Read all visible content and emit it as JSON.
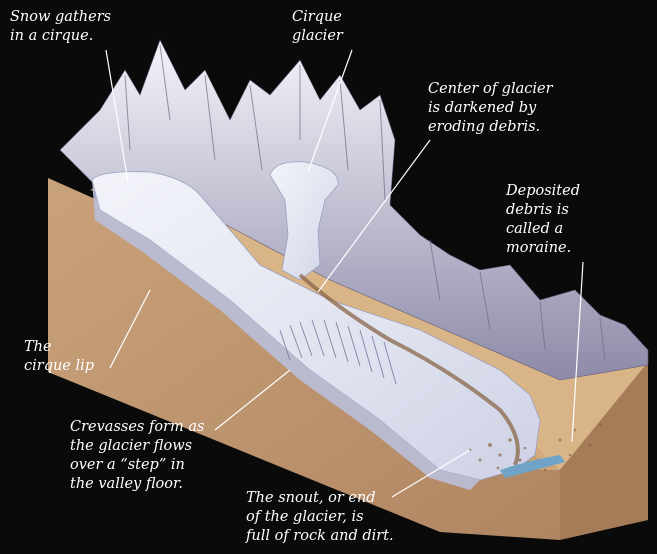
{
  "labels": {
    "snow_gathers": "Snow gathers\nin a cirque.",
    "cirque_glacier": "Cirque\nglacier",
    "center_of_glacier": "Center of glacier\nis darkened by\neroding debris.",
    "deposited_debris": "Deposited\ndebris is\ncalled a\nmoraine.",
    "cirque_lip": "The\ncirque lip",
    "crevasses": "Crevasses form as\nthe glacier flows\nover a “step” in\nthe valley floor.",
    "snout": "The snout, or end\nof the glacier, is\nfull of rock and dirt."
  },
  "colors": {
    "background": "#0a0a0a",
    "ice": "#e9ecf5",
    "ice_shadow": "#b9bfd8",
    "rock_tan": "#d9b487",
    "rock_dark": "#8a6748",
    "mountain_shadow": "#6c6c86",
    "label_text": "#ffffff",
    "water": "#6fa3c8"
  }
}
